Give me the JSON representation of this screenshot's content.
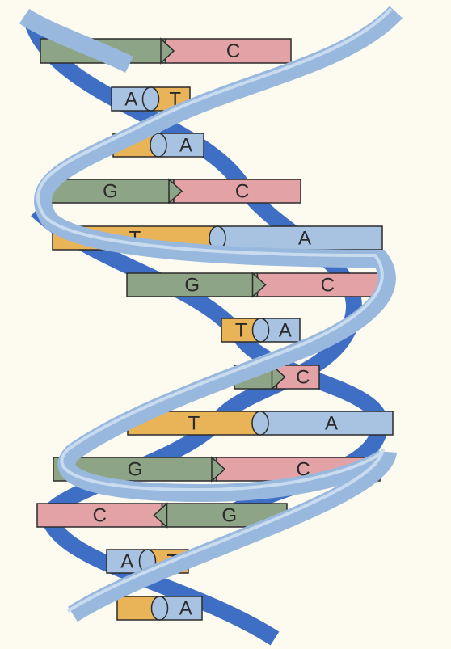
{
  "diagram": {
    "colors": {
      "G": "#8ea486",
      "C": "#e3a3a6",
      "T": "#e9b457",
      "A": "#a8c3e2",
      "background": "#fdfbef",
      "strand_back": "#3f6fc4",
      "strand_front": "#98b8de",
      "outline": "#2b2b2b"
    },
    "base_pairs": [
      {
        "left": "G",
        "right": "C"
      },
      {
        "left": "A",
        "right": "T"
      },
      {
        "left": "T",
        "right": "A"
      },
      {
        "left": "G",
        "right": "C"
      },
      {
        "left": "T",
        "right": "A"
      },
      {
        "left": "G",
        "right": "C"
      },
      {
        "left": "T",
        "right": "A"
      },
      {
        "left": "G",
        "right": "C"
      },
      {
        "left": "T",
        "right": "A"
      },
      {
        "left": "G",
        "right": "C"
      },
      {
        "left": "C",
        "right": "G"
      },
      {
        "left": "A",
        "right": "T"
      },
      {
        "left": "T",
        "right": "A"
      }
    ]
  }
}
